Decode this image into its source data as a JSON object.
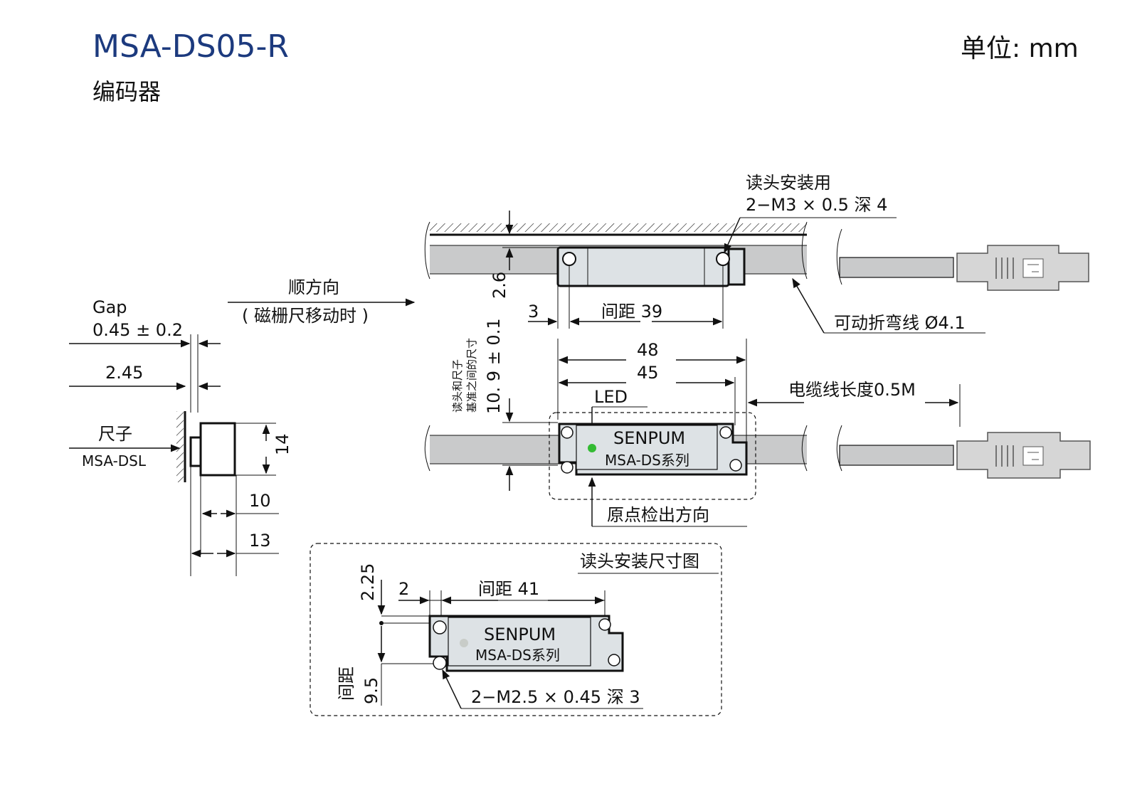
{
  "header": {
    "model": "MSA-DS05-R",
    "subtitle": "编码器",
    "unit": "单位: mm"
  },
  "side_view": {
    "gap_label": "Gap",
    "gap_value": "0.45 ± 0.2",
    "dim_245": "2.45",
    "ruler_label": "尺子",
    "ruler_model": "MSA-DSL",
    "dim_14": "14",
    "dim_10": "10",
    "dim_13": "13"
  },
  "direction": {
    "label": "顺方向",
    "note": "( 磁栅尺移动时 )"
  },
  "top_view": {
    "mount_label": "读头安装用",
    "mount_spec": "2−M3 × 0.5 深 4",
    "dim_26": "2.6",
    "dim_3": "3",
    "pitch_39": "间距 39",
    "cable_flex": "可动折弯线 Ø4.1"
  },
  "front_view": {
    "ref_dim_label_1": "读头和尺子",
    "ref_dim_label_2": "基准之间的尺寸",
    "dim_109": "10. 9 ± 0.1",
    "dim_48": "48",
    "dim_45": "45",
    "led_label": "LED",
    "cable_length": "电缆线长度0.5M",
    "brand": "SENPUM",
    "series": "MSA-DS系列",
    "origin_label": "原点检出方向"
  },
  "mount_detail": {
    "title": "读头安装尺寸图",
    "dim_225": "2.25",
    "dim_2": "2",
    "pitch_41": "间距 41",
    "pitch_label": "间距",
    "dim_95": "9.5",
    "brand": "SENPUM",
    "series": "MSA-DS系列",
    "hole_spec": "2−M2.5 × 0.45 深 3"
  },
  "colors": {
    "title_blue": "#1c3a7e",
    "body_fill": "#dde2e5",
    "cable_gray": "#c9cacb",
    "led_green": "#33bb33"
  }
}
